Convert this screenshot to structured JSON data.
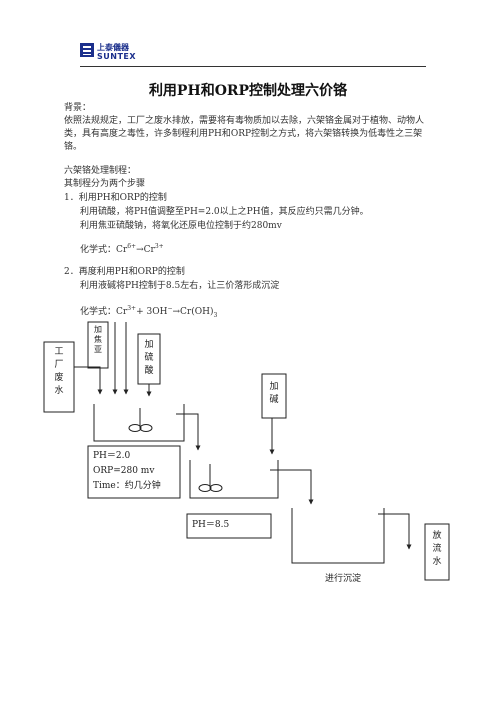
{
  "logo": {
    "cn": "上泰儀器",
    "en": "SUNTEX",
    "brand_color": "#1b2f8c"
  },
  "title": "利用PH和ORP控制处理六价铬",
  "background_heading": "背景：",
  "background_text": "依照法规规定，工厂之废水排放，需要将有毒物质加以去除，六架铬金属对于植物、动物人类，具有高度之毒性，许多制程利用PH和ORP控制之方式，将六架铬转换为低毒性之三架铬。",
  "process_heading": "六架铬处理制程：",
  "process_intro": "其制程分为两个步骤",
  "step1": {
    "title": "1．利用PH和ORP的控制",
    "line1": "利用硫酸，将PH值调整至PH=2.0以上之PH值，其反应约只需几分钟。",
    "line2": "利用焦亚硫酸钠，将氧化还原电位控制于约280mv",
    "formula_label": "化学式：",
    "formula_a": "Cr",
    "formula_a_sup": "6+",
    "formula_arrow": "→",
    "formula_b": "Cr",
    "formula_b_sup": "3+"
  },
  "step2": {
    "title": "2．再度利用PH和ORP的控制",
    "line1": "利用液碱将PH控制于8.5左右，让三价落形成沉淀",
    "formula_label": "化学式：",
    "formula_a": "Cr",
    "formula_a_sup": "3+",
    "formula_plus": "+ 3OH",
    "formula_plus_sup": "−",
    "formula_arrow": "→",
    "formula_b": "Cr(OH)",
    "formula_b_sub": "3"
  },
  "diagram": {
    "factory_wastewater": "工厂废水",
    "add_sulfite": "加焦亚",
    "add_sulfuric_acid": "加硫酸",
    "add_alkali": "加碱",
    "tank1_ph": "PH＝2.0",
    "tank1_orp": "ORP=280 mv",
    "tank1_time": "Time：约几分钟",
    "tank2_ph": "PH＝8.5",
    "sedimentation": "进行沉淀",
    "discharge": "放流水"
  }
}
